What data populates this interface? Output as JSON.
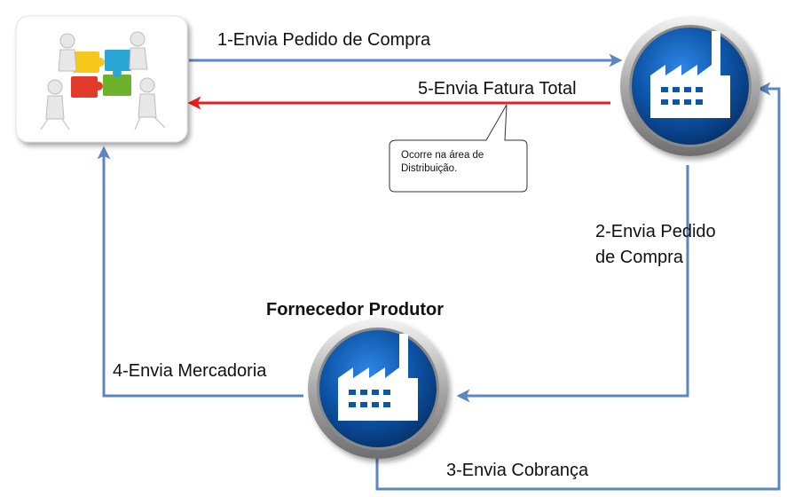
{
  "diagram": {
    "edges": {
      "e1": {
        "label": "1-Envia Pedido de Compra"
      },
      "e2": {
        "label_line1": "2-Envia Pedido",
        "label_line2": "de Compra"
      },
      "e3": {
        "label": "3-Envia Cobrança"
      },
      "e4": {
        "label": "4-Envia Mercadoria"
      },
      "e5": {
        "label": "5-Envia Fatura Total"
      }
    },
    "nodes": {
      "client": {
        "icon": "puzzle-team-icon"
      },
      "distributor": {
        "icon": "factory-icon"
      },
      "producer": {
        "title": "Fornecedor Produtor",
        "icon": "factory-icon"
      }
    },
    "callout": {
      "line1": "Ocorre na área de",
      "line2": "Distribuição."
    }
  },
  "colors": {
    "flow_arrow": "#5b86c0",
    "invoice_arrow": "#ee1c1c",
    "factory_blue": "#0d55a8"
  }
}
